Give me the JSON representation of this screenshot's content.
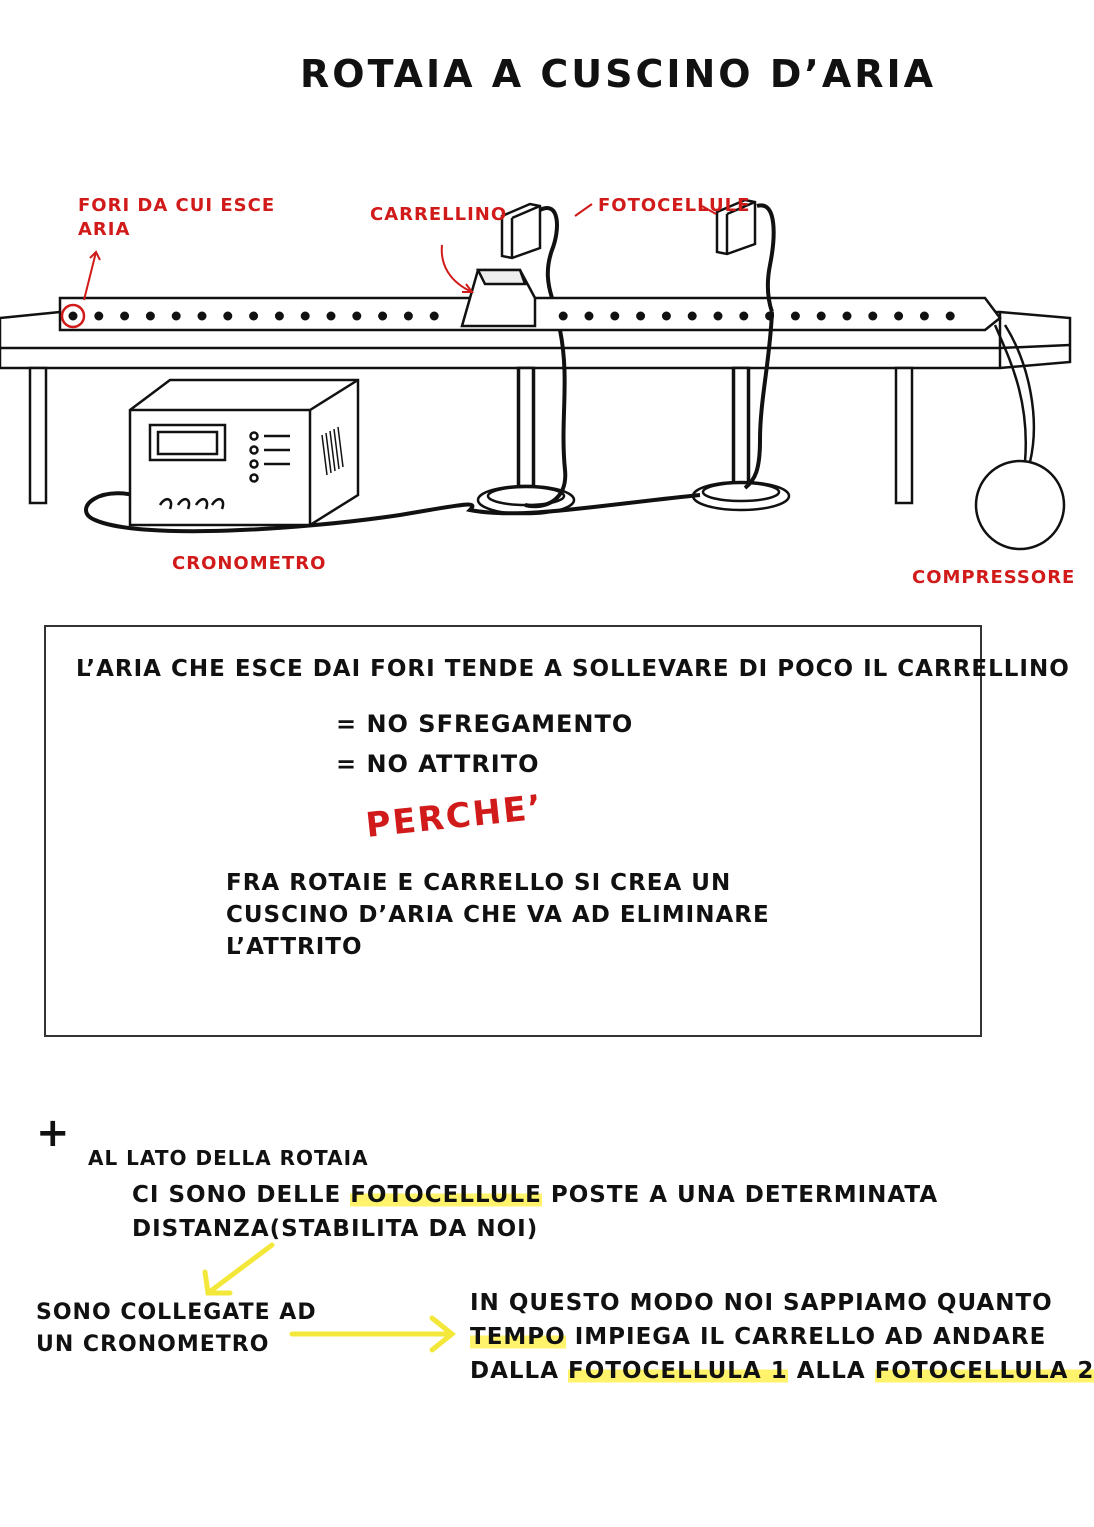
{
  "title": "ROTAIA A CUSCINO D’ARIA",
  "labels": {
    "fori_line1": "FORI DA CUI ESCE",
    "fori_line2": "ARIA",
    "carrellino": "CARRELLINO",
    "fotocellule": "FOTOCELLULE",
    "cronometro": "CRONOMETRO",
    "compressore": "COMPRESSORE"
  },
  "box": {
    "line1": "L’ARIA CHE ESCE DAI FORI TENDE A SOLLEVARE DI POCO IL CARRELLINO",
    "eq1": "= NO SFREGAMENTO",
    "eq2": "= NO ATTRITO",
    "perche": "PERCHE’",
    "expl1": "FRA ROTAIE E CARRELLO SI CREA UN",
    "expl2": "CUSCINO D’ARIA CHE VA AD ELIMINARE",
    "expl3": "L’ATTRITO"
  },
  "bottom": {
    "plus": "+",
    "side": "AL LATO DELLA ROTAIA",
    "l1_a": "CI SONO DELLE ",
    "l1_b": "FOTOCELLULE",
    "l1_c": " POSTE A UNA DETERMINATA",
    "l2": "DISTANZA(STABILITA DA NOI)",
    "conn1": "SONO COLLEGATE AD",
    "conn2": "UN CRONOMETRO",
    "r1": "IN QUESTO MODO NOI SAPPIAMO QUANTO",
    "r2_a": "TEMPO",
    "r2_b": " IMPIEGA IL CARRELLO AD ANDARE",
    "r3_a": "DALLA ",
    "r3_b": "FOTOCELLULA 1",
    "r3_c": " ALLA ",
    "r3_d": "FOTOCELLULA 2"
  },
  "colors": {
    "label_red": "#d11a1a",
    "highlight": "#fff36b",
    "arrow_yellow": "#f3e83a"
  }
}
